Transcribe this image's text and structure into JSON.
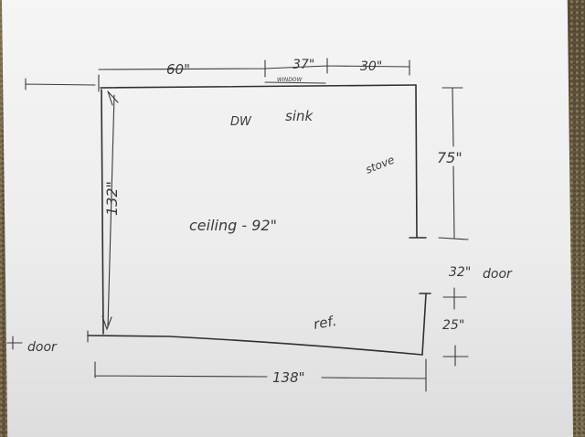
{
  "sketch": {
    "dim_top_left": "60\"",
    "dim_window": "37\"",
    "window_label": "WINDOW",
    "dim_top_right": "30\"",
    "label_dw": "DW",
    "label_sink": "sink",
    "label_stove": "stove",
    "dim_right_upper": "75\"",
    "dim_left": "132\"",
    "label_ceiling": "ceiling - 92\"",
    "dim_right_door": "32\"",
    "label_door_right": "door",
    "label_ref": "ref.",
    "dim_right_lower": "25\"",
    "label_door_left": "door",
    "dim_bottom": "138\""
  },
  "colors": {
    "ink": "#2f2f35",
    "paper": "#eeefee",
    "countertop": "#6b5f49"
  }
}
